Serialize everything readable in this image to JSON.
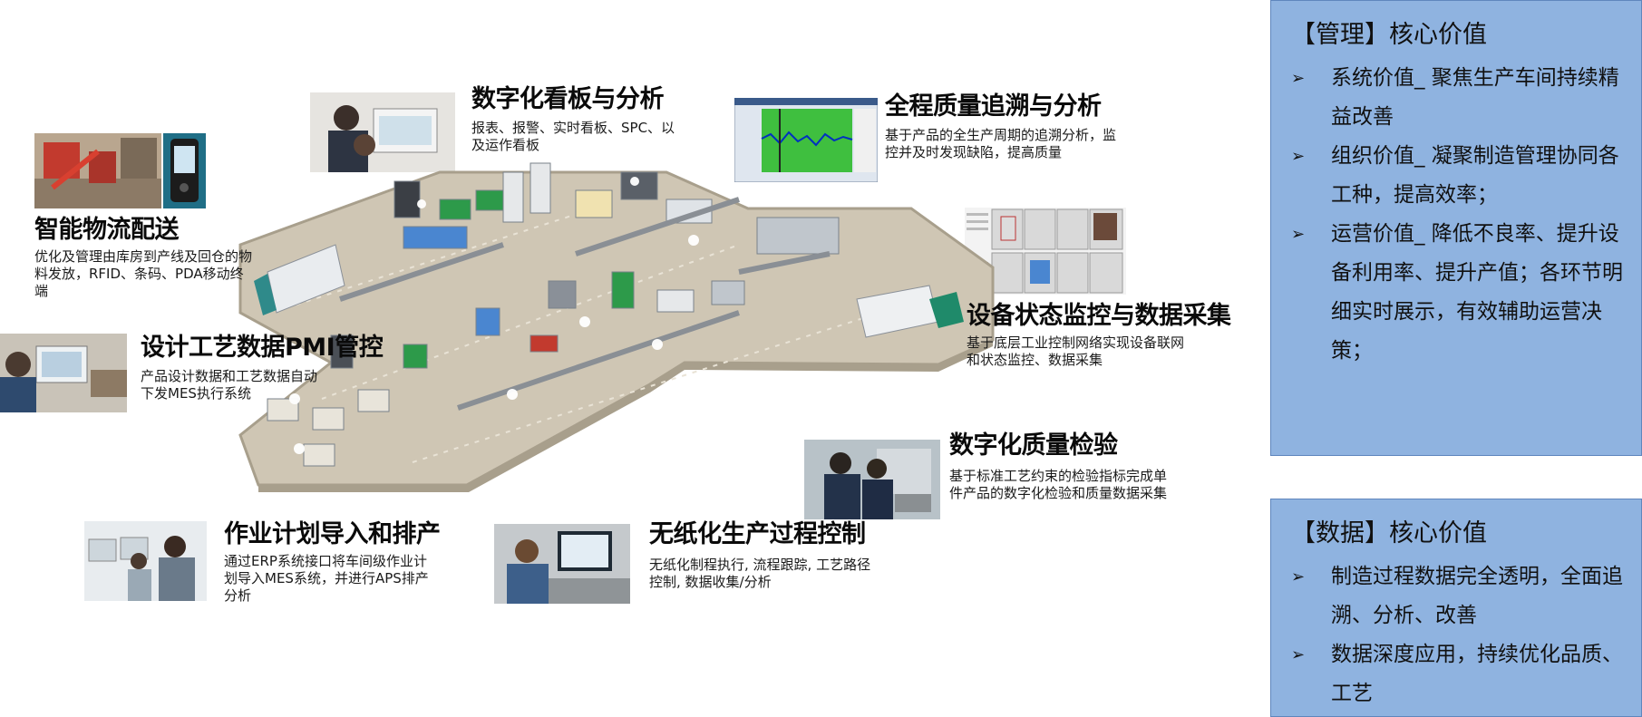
{
  "features": [
    {
      "id": "logistics",
      "title": "智能物流配送",
      "desc": "优化及管理由库房到产线及回仓的物料发放，RFID、条码、PDA移动终端"
    },
    {
      "id": "dashboard",
      "title": "数字化看板与分析",
      "desc": "报表、报警、实时看板、SPC、以及运作看板"
    },
    {
      "id": "traceability",
      "title": "全程质量追溯与分析",
      "desc": "基于产品的全生产周期的追溯分析，监控并及时发现缺陷，提高质量"
    },
    {
      "id": "equipment",
      "title": "设备状态监控与数据采集",
      "desc": "基于底层工业控制网络实现设备联网和状态监控、数据采集"
    },
    {
      "id": "pmi",
      "title": "设计工艺数据PMI管控",
      "desc": "产品设计数据和工艺数据自动下发MES执行系统"
    },
    {
      "id": "inspection",
      "title": "数字化质量检验",
      "desc": "基于标准工艺约束的检验指标完成单件产品的数字化检验和质量数据采集"
    },
    {
      "id": "planning",
      "title": "作业计划导入和排产",
      "desc": "通过ERP系统接口将车间级作业计划导入MES系统，并进行APS排产分析"
    },
    {
      "id": "paperless",
      "title": "无纸化生产过程控制",
      "desc": "无纸化制程执行, 流程跟踪, 工艺路径控制, 数据收集/分析"
    }
  ],
  "panels": {
    "management": {
      "title": "【管理】核心价值",
      "items": [
        "系统价值_ 聚焦生产车间持续精益改善",
        "组织价值_ 凝聚制造管理协同各工种，提高效率；",
        "运营价值_ 降低不良率、提升设备利用率、提升产值；各环节明细实时展示，有效辅助运营决策；"
      ]
    },
    "data": {
      "title": "【数据】核心价值",
      "items": [
        "制造过程数据完全透明，全面追溯、分析、改善",
        "数据深度应用，持续优化品质、工艺"
      ]
    }
  },
  "bullet_symbol": "➢",
  "colors": {
    "panel_fill": "#8fb3e0",
    "panel_border": "#5f86bd",
    "floor": "#cfc6b4",
    "floor_edge": "#a89f8c"
  }
}
